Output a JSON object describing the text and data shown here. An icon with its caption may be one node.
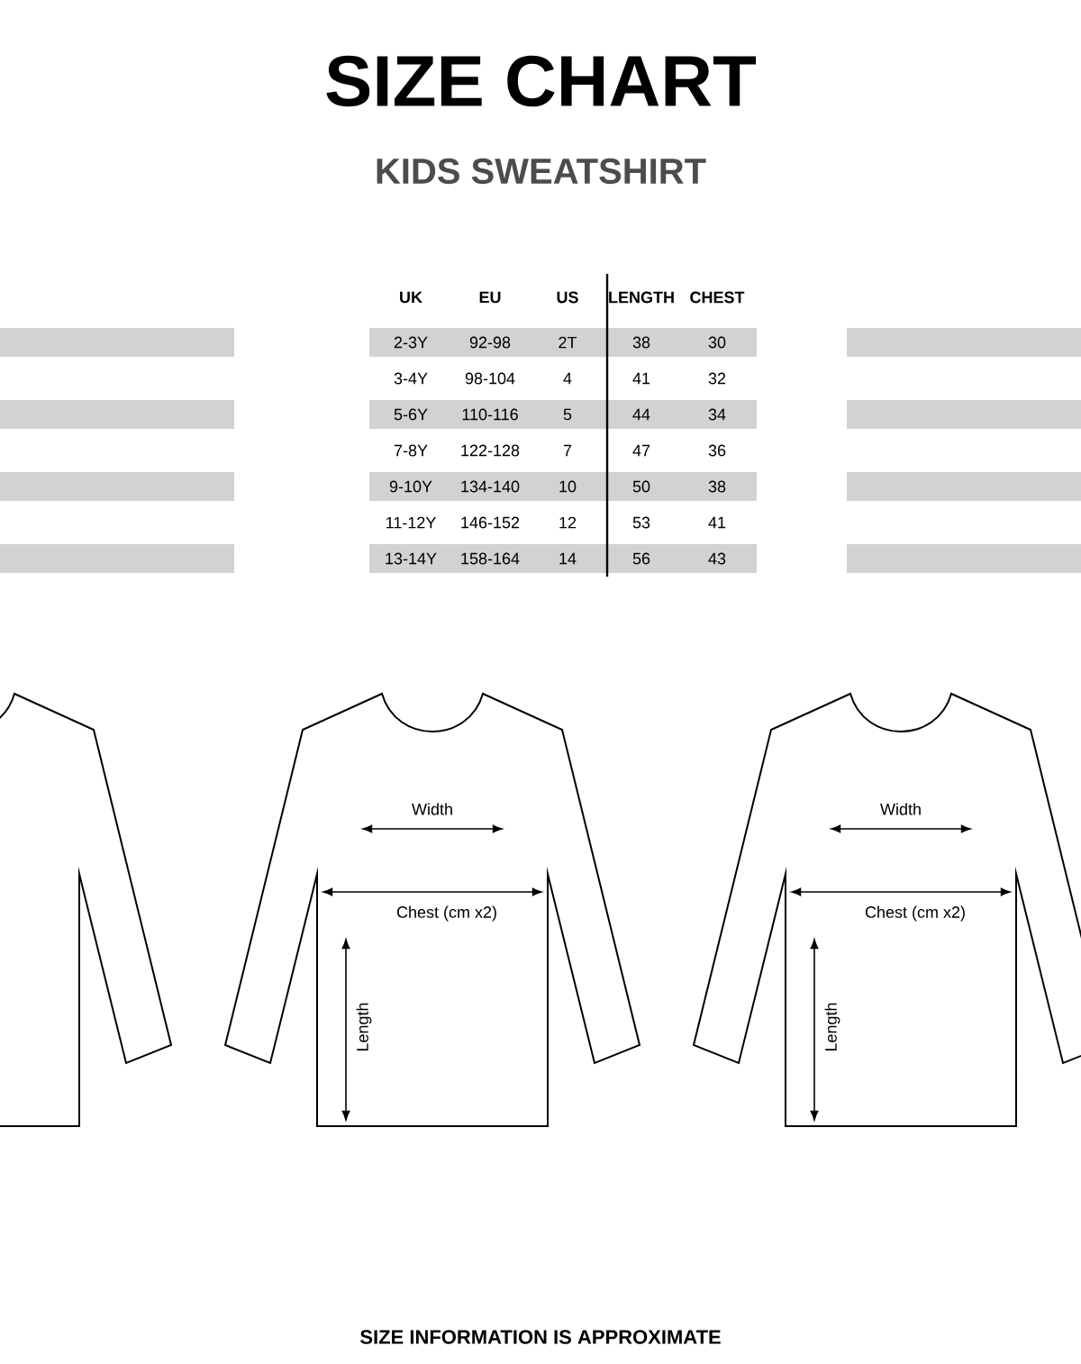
{
  "diagram": {
    "title": "SIZE CHART",
    "labels": [
      "KIDS SWEATSHIRT",
      "UK",
      "EU",
      "US",
      "LENGTH",
      "CHEST",
      "2-3Y",
      "92-98",
      "2T",
      "38",
      "30",
      "3-4Y",
      "98-104",
      "4",
      "41",
      "32",
      "5-6Y",
      "110-116",
      "5",
      "44",
      "34",
      "7-8Y",
      "122-128",
      "7",
      "47",
      "36",
      "9-10Y",
      "134-140",
      "10",
      "50",
      "38",
      "11-12Y",
      "146-152",
      "12",
      "53",
      "41",
      "13-14Y",
      "158-164",
      "14",
      "56",
      "43",
      "Width",
      "Chest (cm x2)",
      "Length",
      "Width",
      "Chest (cm x2)",
      "Length",
      "SIZE INFORMATION IS APPROXIMATE"
    ]
  }
}
